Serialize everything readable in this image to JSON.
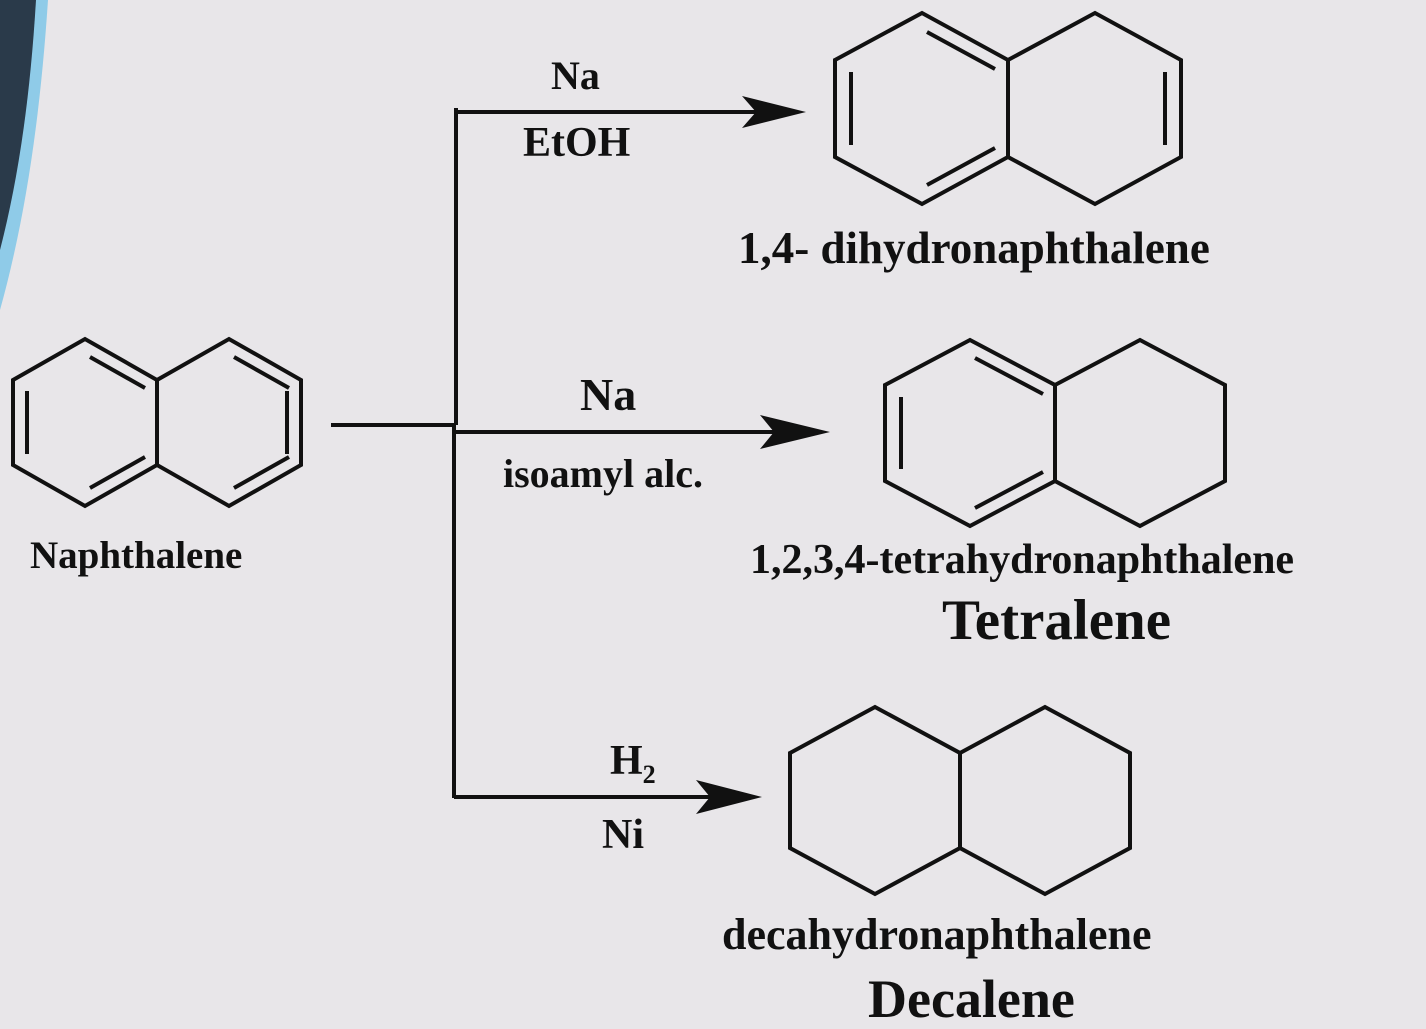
{
  "colors": {
    "background": "#e8e6e9",
    "ink": "#111111",
    "accent_edge": "#8fcbe8",
    "accent_dark": "#2a3a4a"
  },
  "reactant": {
    "name": "Naphthalene"
  },
  "reactions": [
    {
      "reagent": "Na",
      "condition": "EtOH",
      "product_name": "1,4- dihydronaphthalene"
    },
    {
      "reagent": "Na",
      "condition": "isoamyl alc.",
      "product_name": "1,2,3,4-tetrahydronaphthalene",
      "product_common_name": "Tetralene"
    },
    {
      "reagent": "H",
      "reagent_subscript": "2",
      "condition": "Ni",
      "product_name": "decahydronaphthalene",
      "product_common_name": "Decalene"
    }
  ]
}
